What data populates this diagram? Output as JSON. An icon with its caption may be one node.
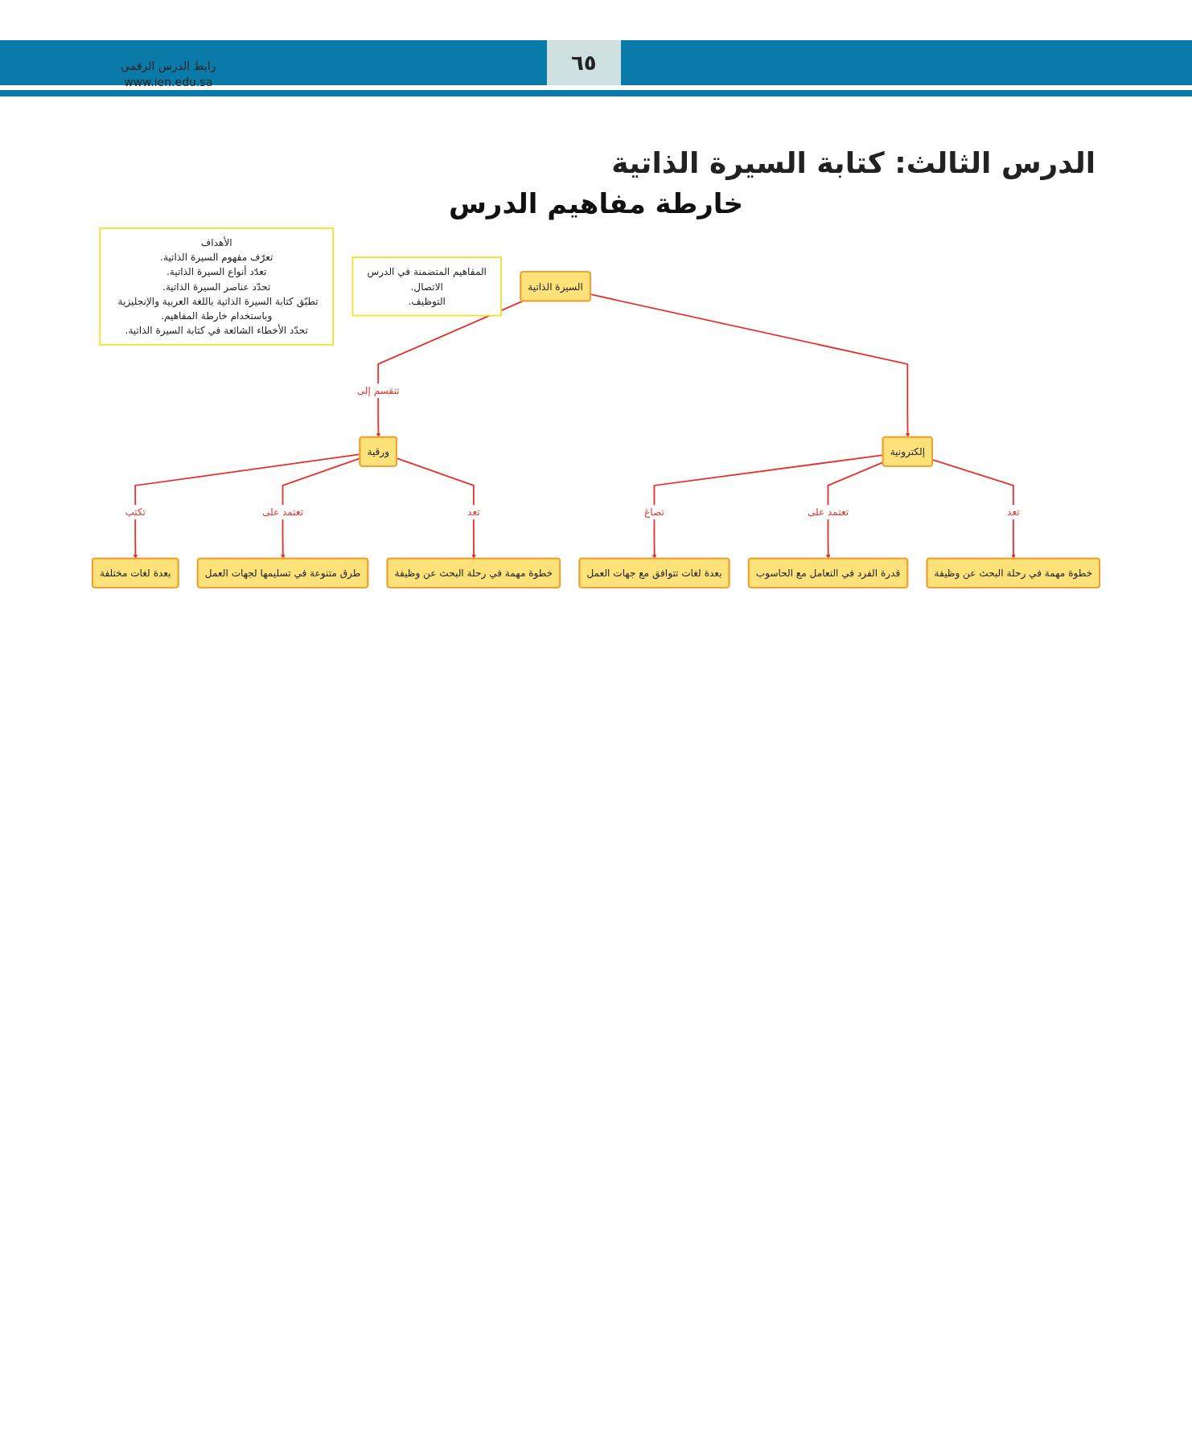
{
  "diagram": {
    "title": "الدرس الثالث: كتابة السيرة الذاتية",
    "nodes": [
      {
        "text": [
          "الأهداف",
          "تعرّف مفهوم السيرة الذاتية.",
          "تعدّد أنواع السيرة الذاتية.",
          "تحدّد عناصر السيرة الذاتية.",
          "تطبّق كتابة السيرة الذاتية باللغة العربية والإنجليزية وباستخدام خارطة المفاهيم.",
          "تحدّد الأخطاء الشائعة في كتابة السيرة الذاتية."
        ]
      },
      {
        "text": [
          "المفاهيم المتضمنة في الدرس",
          "الاتصال.",
          "التوظيف."
        ]
      },
      {
        "text": [
          "السيرة الذاتية"
        ]
      },
      {
        "text": [
          "ورقية"
        ]
      },
      {
        "text": [
          "إلكترونية"
        ]
      },
      {
        "text": [
          "بعدة لغات مختلفة"
        ]
      },
      {
        "text": [
          "طرق متنوعة في تسليمها لجهات العمل"
        ]
      },
      {
        "text": [
          "خطوة مهمة في رحلة البحث عن وظيفة"
        ]
      },
      {
        "text": [
          "بعدة لغات تتوافق مع جهات العمل"
        ]
      },
      {
        "text": [
          "قدرة الفرد في التعامل مع الحاسوب"
        ]
      },
      {
        "text": [
          "خطوة مهمة في رحلة البحث عن وظيفة"
        ]
      }
    ],
    "edges": [
      {
        "from": 2,
        "to": 3,
        "arrow": "to",
        "label": "تنقسم إلى"
      },
      {
        "from": 2,
        "to": 4,
        "arrow": "to"
      },
      {
        "from": 3,
        "to": 5,
        "arrow": "to",
        "label": "تكتب"
      },
      {
        "from": 3,
        "to": 6,
        "arrow": "to",
        "label": "تعتمد على"
      },
      {
        "from": 3,
        "to": 7,
        "arrow": "to",
        "label": "تعد"
      },
      {
        "from": 4,
        "to": 8,
        "arrow": "to",
        "label": "تصاغ"
      },
      {
        "from": 4,
        "to": 9,
        "arrow": "to",
        "label": "تعتمد على"
      },
      {
        "from": 4,
        "to": 10,
        "arrow": "to",
        "label": "تعد"
      }
    ],
    "labels": [
      "٦٥",
      "رابط الدرس الرقمي",
      "www.ien.edu.sa",
      "خارطة مفاهيم الدرس"
    ]
  }
}
